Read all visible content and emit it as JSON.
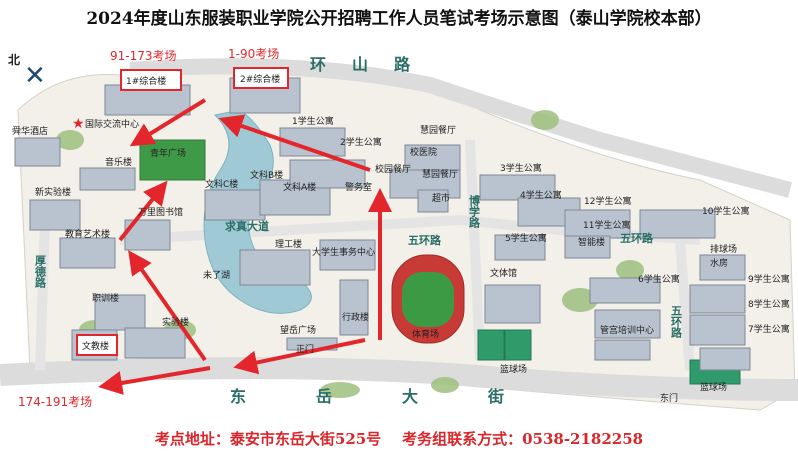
{
  "title": "2024年度山东服装职业学院公开招聘工作人员笔试考场示意图（泰山学院校本部）",
  "footer": {
    "address": "考点地址：泰安市东岳大街525号",
    "contact": "考务组联系方式：0538-2182258"
  },
  "compass": "北",
  "exam_rooms": [
    {
      "range": "91-173考场",
      "building": "1#综合楼"
    },
    {
      "range": "1-90考场",
      "building": "2#综合楼"
    },
    {
      "range": "174-191考场",
      "building": "文教楼"
    }
  ],
  "roads": {
    "huanshan": "环山路",
    "dongyue": "东岳大街",
    "qiuzhen": "求真大道",
    "wuhuan": "五环路",
    "bowen": "博学路",
    "houde": "厚德路",
    "wuhuan_east": "五环路",
    "wuhuan_east2": "五环路"
  },
  "buildings": {
    "guoji": "国际交流中心",
    "yuhua": "舜华酒店",
    "qingnian": "青年广场",
    "yinyue": "音乐楼",
    "xinshiyan": "新实验楼",
    "jiaoyu": "教育艺术楼",
    "wanli": "万里图书馆",
    "wenkeC": "文科C楼",
    "wenkeB": "文科B楼",
    "wenkeA": "文科A楼",
    "xuesheng1": "1学生公寓",
    "xuesheng2": "2学生公寓",
    "xuesheng3": "3学生公寓",
    "xuesheng4": "4学生公寓",
    "xuesheng5": "5学生公寓",
    "xuesheng6": "6学生公寓",
    "xuesheng7": "7学生公寓",
    "xuesheng8": "8学生公寓",
    "xuesheng9": "9学生公寓",
    "xuesheng10": "10学生公寓",
    "xuesheng11": "11学生公寓",
    "xuesheng12": "12学生公寓",
    "huiyuan1": "慧园餐厅",
    "huiyuan2": "慧园餐厅",
    "xiaoyuan": "校园餐厅",
    "xiaoyiyuan": "校医院",
    "chaoshi": "超市",
    "wuwu": "警务室",
    "ligong": "理工楼",
    "xueshengshiwu": "大学生事务中心",
    "weiliao": "未了湖",
    "xingzheng": "行政楼",
    "zhiyuan": "职训楼",
    "shiyan": "实验楼",
    "wangyue": "望岳广场",
    "zhengmen": "正门",
    "tiyuchang": "体育场",
    "wentiguan": "文体馆",
    "lanqiu1": "篮球场",
    "lanqiu2": "篮球场",
    "zhineng": "智能楼",
    "guanpei": "管宫培训中心",
    "paiqiu": "排球场",
    "shuifang": "水房",
    "dongmen": "东门"
  }
}
